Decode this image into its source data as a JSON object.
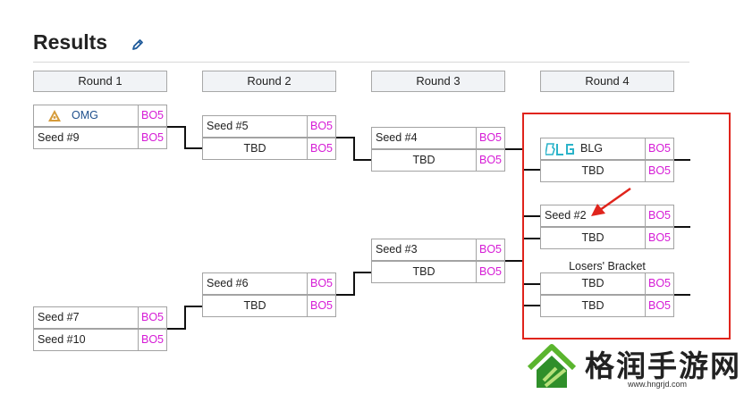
{
  "page": {
    "title": "Results"
  },
  "rounds": [
    "Round 1",
    "Round 2",
    "Round 3",
    "Round 4"
  ],
  "round1": {
    "m1": [
      {
        "name": "OMG",
        "score": "BO5"
      },
      {
        "name": "Seed #9",
        "score": "BO5"
      }
    ],
    "m2": [
      {
        "name": "Seed #7",
        "score": "BO5"
      },
      {
        "name": "Seed #10",
        "score": "BO5"
      }
    ]
  },
  "round2": {
    "m1": [
      {
        "name": "Seed #5",
        "score": "BO5"
      },
      {
        "name": "TBD",
        "score": "BO5"
      }
    ],
    "m2": [
      {
        "name": "Seed #6",
        "score": "BO5"
      },
      {
        "name": "TBD",
        "score": "BO5"
      }
    ]
  },
  "round3": {
    "m1": [
      {
        "name": "Seed #4",
        "score": "BO5"
      },
      {
        "name": "TBD",
        "score": "BO5"
      }
    ],
    "m2": [
      {
        "name": "Seed #3",
        "score": "BO5"
      },
      {
        "name": "TBD",
        "score": "BO5"
      }
    ]
  },
  "round4": {
    "m1": [
      {
        "name": "BLG",
        "score": "BO5"
      },
      {
        "name": "TBD",
        "score": "BO5"
      }
    ],
    "m2": [
      {
        "name": "Seed #2",
        "score": "BO5"
      },
      {
        "name": "TBD",
        "score": "BO5"
      }
    ],
    "losers_label": "Losers' Bracket",
    "m3": [
      {
        "name": "TBD",
        "score": "BO5"
      },
      {
        "name": "TBD",
        "score": "BO5"
      }
    ]
  },
  "watermark": {
    "brand": "格润手游网",
    "url": "www.hngrjd.com"
  },
  "colors": {
    "score": "#d61cd6",
    "highlight": "#e0241c",
    "blg": "#2bb3c9",
    "omg": "#d59b3a"
  }
}
